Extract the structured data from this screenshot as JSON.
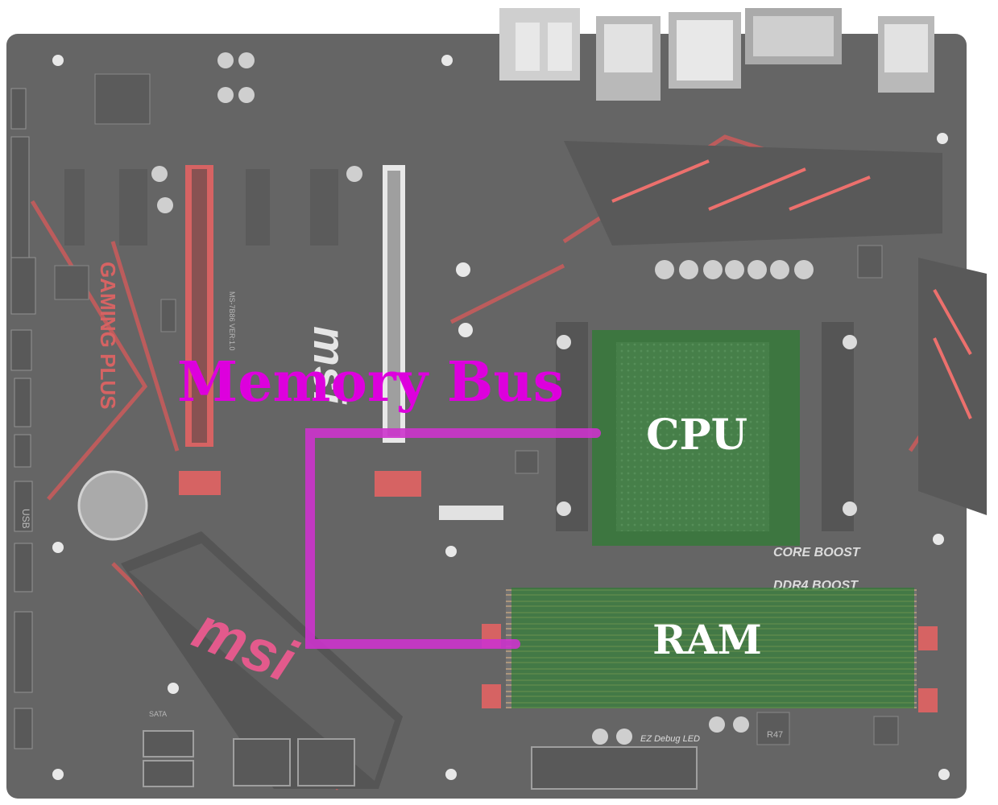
{
  "diagram": {
    "title": "Memory Bus",
    "labels": {
      "cpu": "CPU",
      "ram": "RAM"
    },
    "board_text": {
      "brand": "msi",
      "series": "GAMING PLUS",
      "model": "MS-7B86 VER:1.0",
      "core_boost": "CORE BOOST",
      "ddr4_boost": "DDR4 BOOST",
      "ez_debug": "EZ Debug LED",
      "r47": "R47",
      "sata": "SATA",
      "usb": "USB"
    },
    "colors": {
      "bus": "#cc33cc",
      "title": "#dd00dd",
      "cpu_overlay": "#2e7d32",
      "ram_overlay": "#2e7d32",
      "label_text": "#ffffff",
      "board": "#2a2a2a",
      "accent": "#c62828"
    }
  }
}
